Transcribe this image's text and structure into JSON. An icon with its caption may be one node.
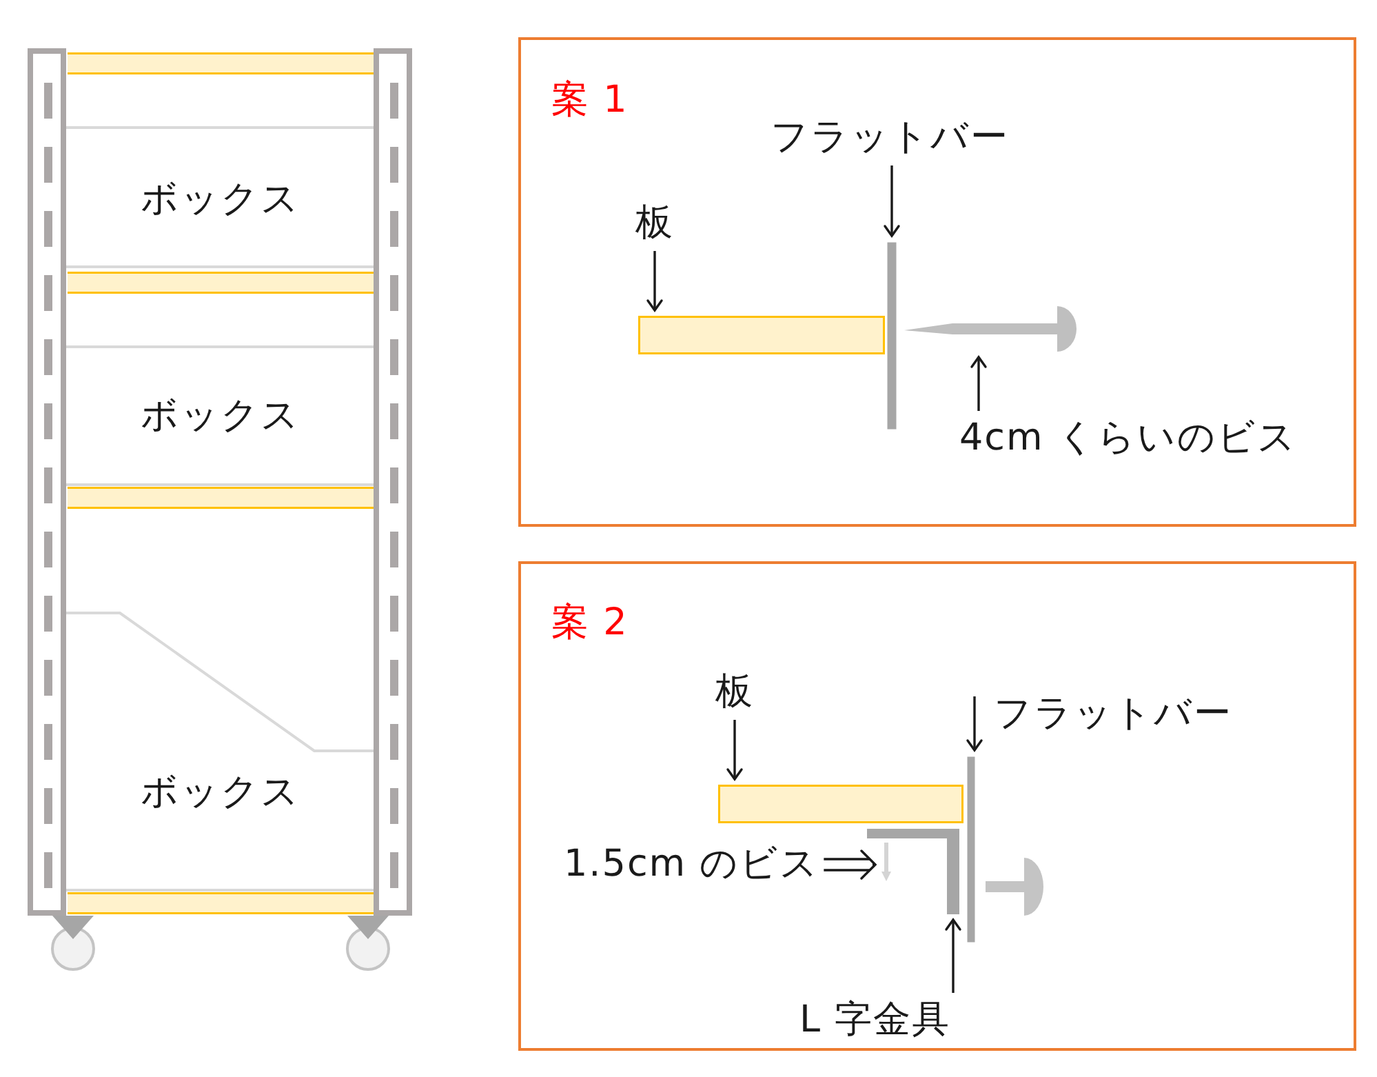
{
  "diagram": {
    "nodes": [
      {
        "text": [
          "ボックス"
        ]
      },
      {
        "text": [
          "ボックス"
        ]
      },
      {
        "text": [
          "ボックス"
        ]
      },
      {
        "text": [
          "案 1"
        ]
      },
      {
        "text": [
          "フラットバー"
        ],
        "in": 3
      },
      {
        "text": [
          "板"
        ],
        "in": 3
      },
      {
        "text": [],
        "shape": "bar",
        "in": 3
      },
      {
        "text": [],
        "shape": "bar",
        "in": 3
      },
      {
        "text": [],
        "shape": "screw",
        "in": 3
      },
      {
        "text": [
          "4cm くらいのビス"
        ],
        "in": 3
      },
      {
        "text": [
          "案 2"
        ]
      },
      {
        "text": [
          "板"
        ],
        "in": 10
      },
      {
        "text": [],
        "shape": "bar",
        "in": 10
      },
      {
        "text": [
          "フラットバー"
        ],
        "in": 10
      },
      {
        "text": [],
        "shape": "bar",
        "in": 10
      },
      {
        "text": [
          "1.5cm のビス"
        ],
        "in": 10
      },
      {
        "text": [],
        "shape": "screw",
        "in": 10
      },
      {
        "text": [],
        "shape": "bracket",
        "in": 10
      },
      {
        "text": [
          "L 字金具"
        ],
        "in": 10
      }
    ],
    "edges": [
      {
        "from": 4,
        "to": 7,
        "arrow": "to"
      },
      {
        "from": 5,
        "to": 6,
        "arrow": "to"
      },
      {
        "from": 9,
        "to": 8,
        "arrow": "to"
      },
      {
        "from": 11,
        "to": 12,
        "arrow": "to"
      },
      {
        "from": 13,
        "to": 14,
        "arrow": "to"
      },
      {
        "from": 15,
        "to": 16,
        "arrow": "to"
      },
      {
        "from": 18,
        "to": 17,
        "arrow": "to"
      }
    ]
  }
}
